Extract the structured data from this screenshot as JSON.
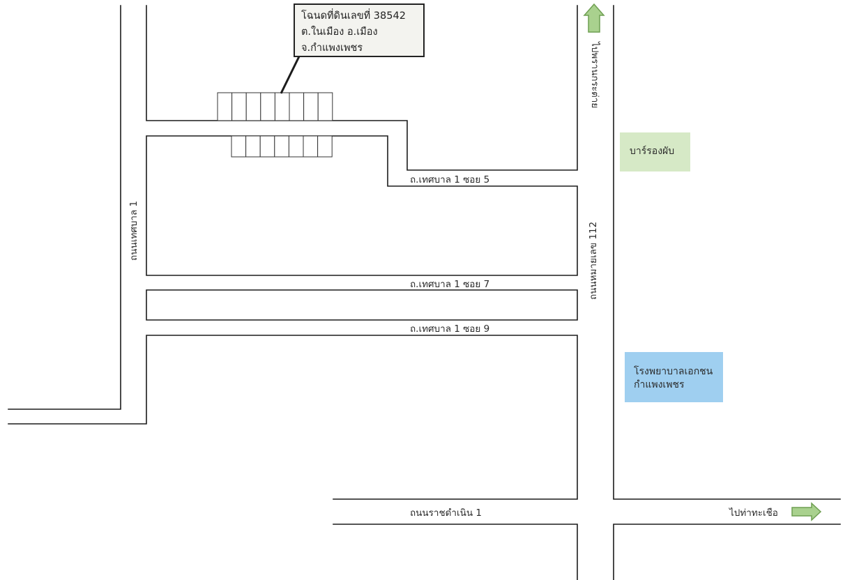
{
  "callout": {
    "line1": "โฉนดที่ดินเลขที่ 38542",
    "line2": "ต.ในเมือง อ.เมือง",
    "line3": "จ.กำแพงเพชร"
  },
  "roads": {
    "thetsaban1": "ถนนเทศบาล 1",
    "highway112": "ถนนหมายเลข 112",
    "soi5": "ถ.เทศบาล 1 ซอย 5",
    "soi7": "ถ.เทศบาล 1 ซอย 7",
    "soi9": "ถ.เทศบาล 1 ซอย 9",
    "ratchadamnoen1": "ถนนราชดำเนิน 1"
  },
  "directions": {
    "north": "ไปพรานกระต่าย",
    "east": "ไปท่าทะเชือ"
  },
  "landmarks": {
    "bar": "บาร์รองผับ",
    "hospital_line1": "โรงพยาบาลเอกชน",
    "hospital_line2": "กำแพงเพชร"
  },
  "colors": {
    "parcel_highlight": "#d9575b",
    "bar_box": "#d6e9c6",
    "hospital_box": "#9fcff0",
    "arrow_fill": "#a9d18e",
    "arrow_stroke": "#6f9f52",
    "callout_bg": "#f3f3ef"
  },
  "parcels": {
    "top_row_count": 8,
    "bottom_row_count": 7,
    "highlight_index": 4
  }
}
